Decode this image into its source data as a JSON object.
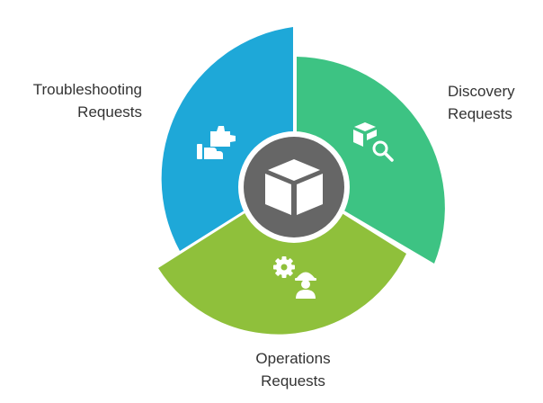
{
  "segments": [
    {
      "id": "troubleshooting",
      "label_line1": "Troubleshooting",
      "label_line2": "Requests",
      "color": "#1ea8d8",
      "icon": "puzzle-hand-icon"
    },
    {
      "id": "discovery",
      "label_line1": "Discovery",
      "label_line2": "Requests",
      "color": "#3dc383",
      "icon": "cube-search-icon"
    },
    {
      "id": "operations",
      "label_line1": "Operations",
      "label_line2": "Requests",
      "color": "#8fc03b",
      "icon": "gear-worker-icon"
    }
  ],
  "center": {
    "color": "#666666",
    "ring_color": "#ffffff",
    "icon": "cube-icon"
  }
}
